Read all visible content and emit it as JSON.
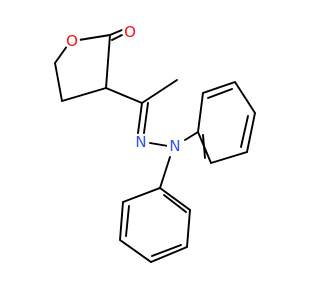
{
  "molecule": {
    "atoms": {
      "ring_oxygen": {
        "symbol": "O",
        "color": "#ff0d0d"
      },
      "carbonyl_oxygen": {
        "symbol": "O",
        "color": "#ff0d0d"
      },
      "imine_nitrogen": {
        "symbol": "N",
        "color": "#3050f8"
      },
      "amine_nitrogen": {
        "symbol": "N",
        "color": "#3050f8"
      }
    },
    "bond_color": "#000000"
  }
}
